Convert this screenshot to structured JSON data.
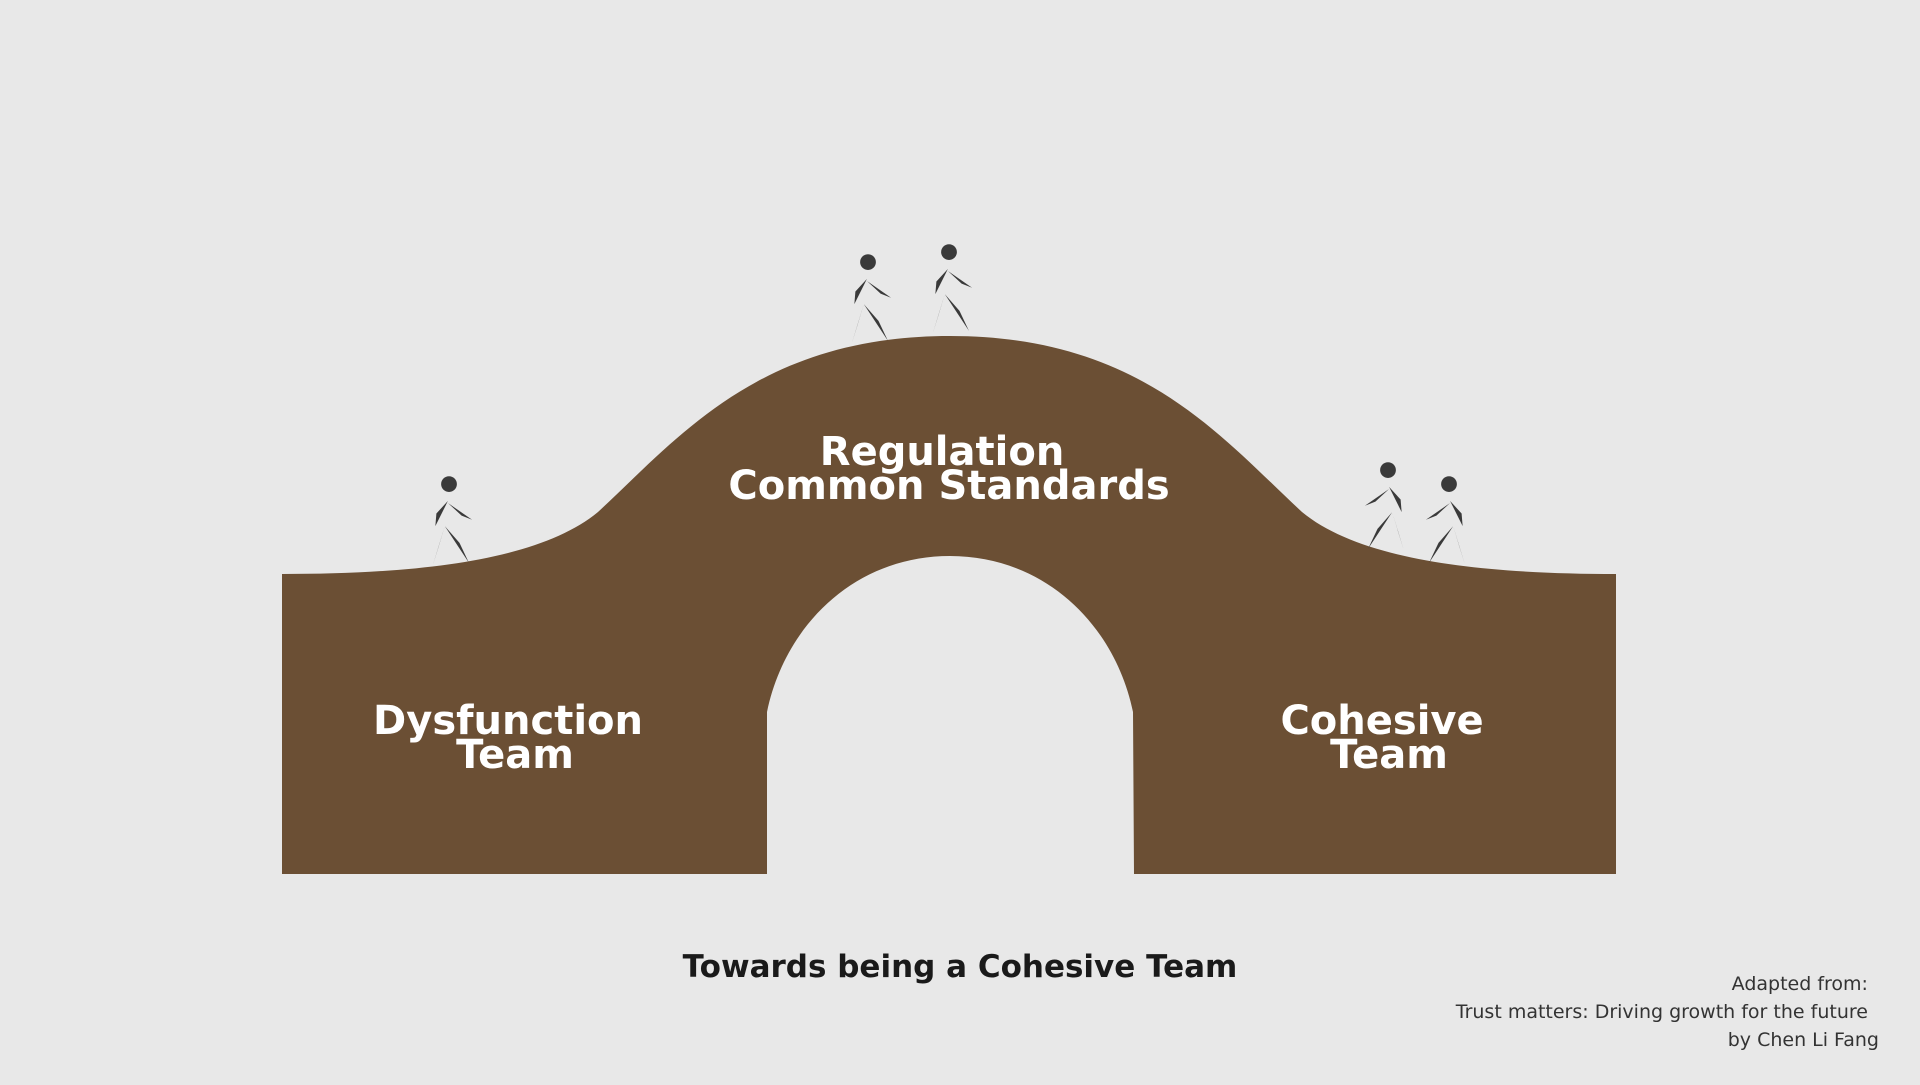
{
  "colors": {
    "background": "#e8e8e8",
    "bridge": "#6b4f34",
    "walker": "#3a3a3a",
    "label_text": "#ffffff",
    "caption_text": "#1a1a1a"
  },
  "left_pillar": {
    "line1": "Dysfunction",
    "line2": "Team"
  },
  "arch": {
    "line1": "Regulation",
    "line2": "Common Standards"
  },
  "right_pillar": {
    "line1": "Cohesive",
    "line2": "Team"
  },
  "caption": "Towards being a Cohesive Team",
  "credit": {
    "line1": "Adapted from:",
    "line2": "Trust matters: Driving growth for the future",
    "line3": "by Chen Li Fang"
  },
  "icons": {
    "walker": "person-walking-icon"
  }
}
